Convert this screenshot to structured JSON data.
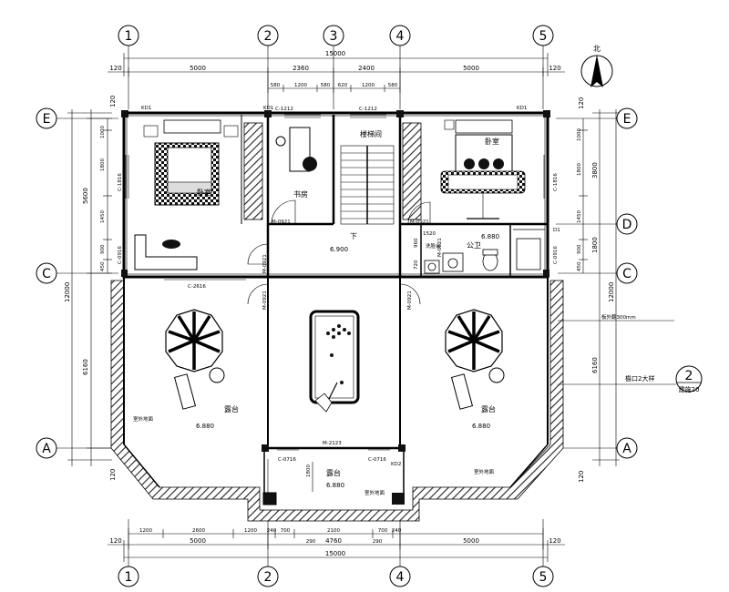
{
  "axes": {
    "columns": [
      "1",
      "2",
      "3",
      "4",
      "5"
    ],
    "rows": [
      "E",
      "D",
      "C",
      "A"
    ]
  },
  "dims": {
    "top_total": "15000",
    "top_row1": [
      "120",
      "5000",
      "2360",
      "2400",
      "5000",
      "120"
    ],
    "top_row2": [
      "580",
      "1200",
      "580",
      "620",
      "1200",
      "580"
    ],
    "bottom_row1": [
      "1200",
      "2600",
      "1200",
      "240",
      "700",
      "2100",
      "700",
      "240"
    ],
    "bottom_row2": [
      "290",
      "290"
    ],
    "bottom_row3": [
      "120",
      "5000",
      "4760",
      "5000",
      "120"
    ],
    "bottom_total": "15000",
    "left_sub": [
      "1000",
      "1800",
      "1450",
      "900",
      "450",
      "6160"
    ],
    "left_mid": [
      "5600",
      "6160"
    ],
    "left_total": "12000",
    "left_ends": [
      "120",
      "120"
    ],
    "right_sub": [
      "1000",
      "1800",
      "1450",
      "900",
      "450",
      "6160"
    ],
    "right_mid": [
      "3800",
      "1800"
    ],
    "right_total": "12000",
    "right_ends": [
      "120",
      "120"
    ],
    "balcony_1800": "1800",
    "wc_1520": "1520",
    "wc_960": "960",
    "wc_720": "720"
  },
  "labels": {
    "north": "北",
    "bedroom_left": "卧室",
    "bedroom_right": "卧室",
    "study": "书房",
    "stair": "楼梯间",
    "stair_down": "下",
    "wc": "公卫",
    "wash": "洗脸台",
    "terrace_left": "露台",
    "terrace_right": "露台",
    "terrace_bottom": "露台",
    "elev_hall": "6.900",
    "elev_wc": "6.880",
    "elev_left": "6.880",
    "elev_right": "6.880",
    "elev_bottom": "6.880",
    "board": "板外翻300mm",
    "eave_ref": "檐口2大样",
    "detail_no": "2",
    "detail_sheet": "建施20",
    "drain1": "室外地面",
    "drain2": "室外地面",
    "drain3": "室外地面"
  },
  "tags": {
    "kd1_left": "KD1",
    "kd1_right": "KD1",
    "kd1_mid": "KD1",
    "kd2": "KD2",
    "d1": "D1",
    "c1212_a": "C-1212",
    "c1212_b": "C-1212",
    "c1816_left": "C-1816",
    "c1816_right": "C-1816",
    "c0916_left": "C-0916",
    "c0916_right": "C-0916",
    "c2616": "C-2616",
    "c0716_a": "C-0716",
    "c0716_b": "C-0716",
    "m0921_study": "M-0921",
    "m0921_bed": "M-0921",
    "m0921_c1": "M-0921",
    "m0921_c2": "M-0921",
    "m0921_c3": "M-0921",
    "m0821": "M-0821",
    "m2123": "M-2123"
  }
}
